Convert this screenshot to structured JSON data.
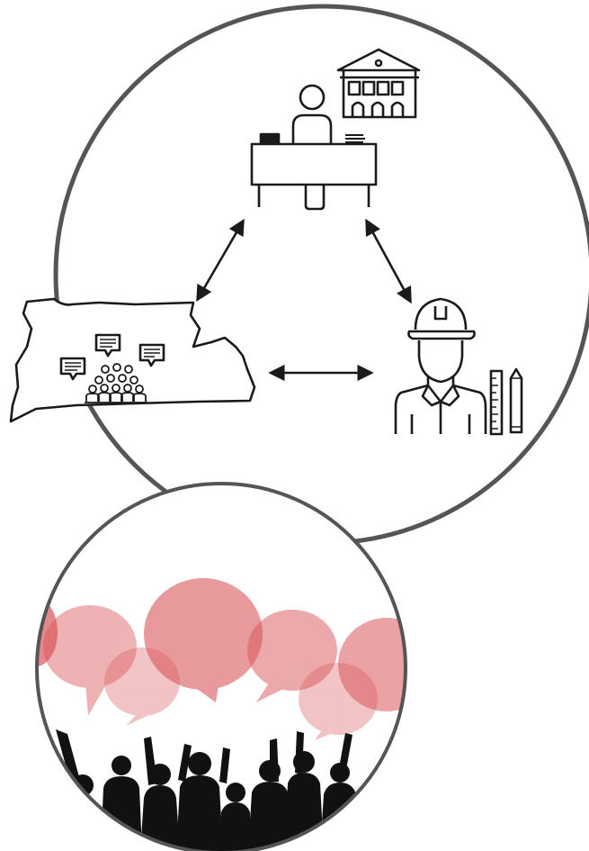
{
  "diagram": {
    "nodes": [
      {
        "id": "government",
        "icon": "official-at-desk-with-building-icon"
      },
      {
        "id": "community",
        "icon": "community-map-with-chat-bubbles-icon"
      },
      {
        "id": "engineer",
        "icon": "engineer-with-hardhat-and-tools-icon"
      }
    ],
    "edges": [
      {
        "from": "community",
        "to": "government",
        "style": "double-arrow"
      },
      {
        "from": "government",
        "to": "engineer",
        "style": "double-arrow"
      },
      {
        "from": "community",
        "to": "engineer",
        "style": "double-arrow"
      }
    ]
  },
  "photo": {
    "icon": "cheering-crowd-with-speech-bubbles-icon",
    "bubble_color": "#d9565a"
  },
  "colors": {
    "outline": "#555555",
    "stroke": "#1a1a1a",
    "background": "#ffffff",
    "silhouette": "#111111"
  }
}
